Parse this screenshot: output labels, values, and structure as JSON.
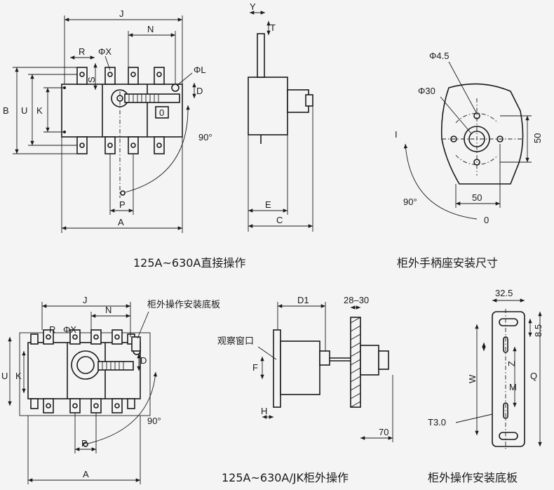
{
  "captions": {
    "top_left": "125A~630A直接操作",
    "top_right": "柜外手柄座安装尺寸",
    "bottom_left": "125A~630A/JK柜外操作",
    "bottom_right": "柜外操作安装底板"
  },
  "callouts": {
    "base_plate": "柜外操作安装底板",
    "observation_window": "观察窗口"
  },
  "dims": {
    "J": "J",
    "N": "N",
    "R": "R",
    "PHI_X": "ΦX",
    "PHI_L": "ΦL",
    "S": "S",
    "D": "D",
    "B": "B",
    "U": "U",
    "K": "K",
    "P": "P",
    "A": "A",
    "Y": "Y",
    "T": "T",
    "E": "E",
    "C": "C",
    "angle": "90°",
    "PHI_45": "Φ4.5",
    "PHI_30": "Φ30",
    "fifty_h": "50",
    "fifty_v": "50",
    "zero": "0",
    "one": "I",
    "D1": "D1",
    "range": "28–30",
    "F": "F",
    "H": "H",
    "seventy": "70",
    "w32": "32.5",
    "h85": "8.5",
    "W": "W",
    "Z": "Z",
    "M": "M",
    "Q": "Q",
    "T30": "T3.0",
    "zero_symbol": "0"
  }
}
